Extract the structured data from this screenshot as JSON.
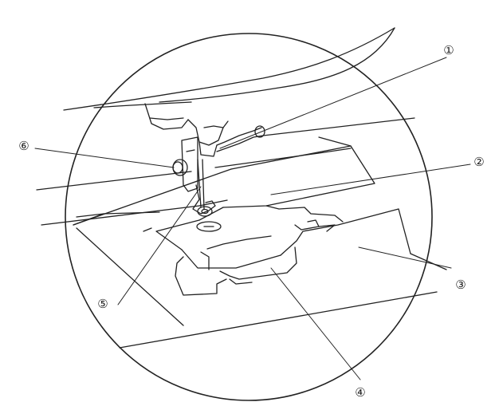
{
  "callouts": [
    {
      "id": "1",
      "label": "①"
    },
    {
      "id": "2",
      "label": "②"
    },
    {
      "id": "3",
      "label": "③"
    },
    {
      "id": "4",
      "label": "④"
    },
    {
      "id": "5",
      "label": "⑤"
    },
    {
      "id": "6",
      "label": "⑥"
    }
  ],
  "colors": {
    "line": "#222222",
    "background": "#ffffff"
  }
}
